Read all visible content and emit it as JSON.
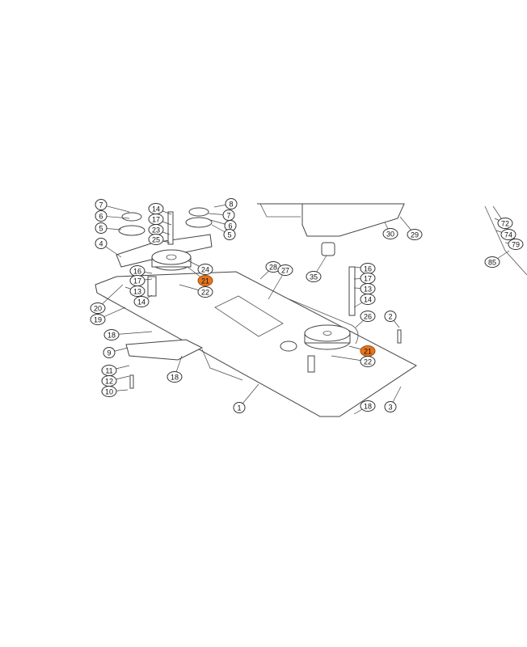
{
  "diagram": {
    "highlight_color": "#e8761f",
    "callouts": [
      "7",
      "6",
      "5",
      "4",
      "14",
      "17",
      "23",
      "25",
      "8",
      "7",
      "6",
      "5",
      "24",
      "21",
      "22",
      "16",
      "17",
      "13",
      "14",
      "20",
      "19",
      "18",
      "9",
      "11",
      "12",
      "10",
      "18",
      "28",
      "27",
      "35",
      "30",
      "29",
      "16",
      "17",
      "13",
      "14",
      "26",
      "2",
      "21",
      "22",
      "1",
      "18",
      "3",
      "72",
      "74",
      "79",
      "85"
    ],
    "highlighted_parts": [
      "21"
    ]
  }
}
